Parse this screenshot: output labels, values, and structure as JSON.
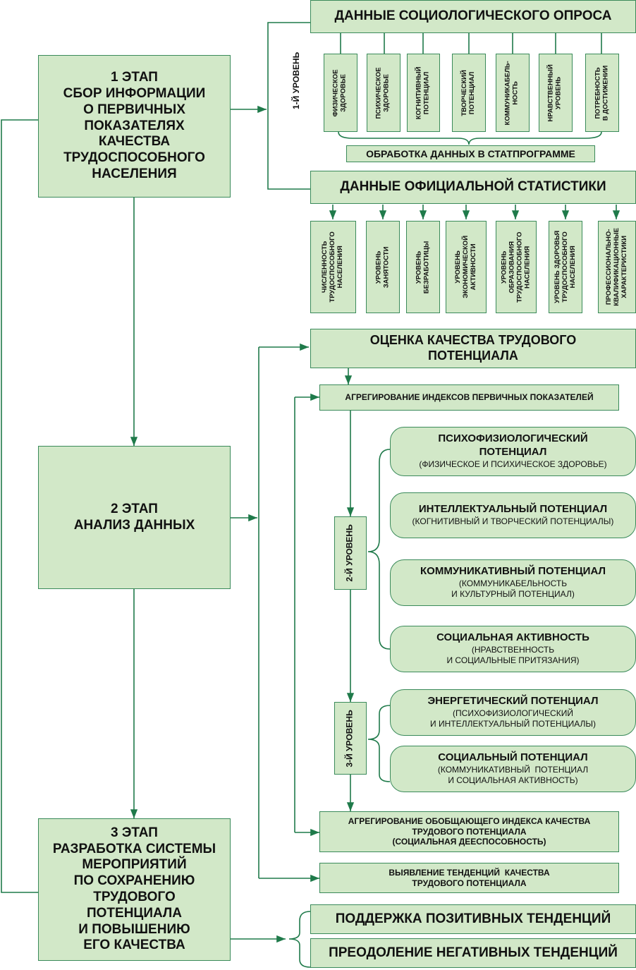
{
  "colors": {
    "fill": "#d2e8c8",
    "stroke": "#3a8a5a",
    "arrow": "#1f7a4a",
    "text": "#111111"
  },
  "stages": [
    {
      "id": "stage1",
      "label": "1 ЭТАП\nСБОР ИНФОРМАЦИИ\nО ПЕРВИЧНЫХ\nПОКАЗАТЕЛЯХ\nКАЧЕСТВА\nТРУДОСПОСОБНОГО\nНАСЕЛЕНИЯ"
    },
    {
      "id": "stage2",
      "label": "2 ЭТАП\nАНАЛИЗ ДАННЫХ"
    },
    {
      "id": "stage3",
      "label": "3 ЭТАП\nРАЗРАБОТКА СИСТЕМЫ\nМЕРОПРИЯТИЙ\nПО СОХРАНЕНИЮ\nТРУДОВОГО\nПОТЕНЦИАЛА\nИ ПОВЫШЕНИЮ\nЕГО КАЧЕСТВА"
    }
  ],
  "survey": {
    "title": "ДАННЫЕ СОЦИОЛОГИЧЕСКОГО ОПРОСА",
    "level_label": "1-Й УРОВЕНЬ",
    "items": [
      "ФИЗИЧЕСКОЕ\nЗДОРОВЬЕ",
      "ПСИХИЧЕСКОЕ\nЗДОРОВЬЕ",
      "КОГНИТИВНЫЙ\nПОТЕНЦИАЛ",
      "ТВОРЧЕСКИЙ\nПОТЕНЦИАЛ",
      "КОММУНИКАБЕЛЬ-\nНОСТЬ",
      "НРАВСТВЕННЫЙ\nУРОВЕНЬ",
      "ПОТРЕБНОСТЬ\nВ ДОСТИЖЕНИИ"
    ],
    "processing": "ОБРАБОТКА ДАННЫХ В СТАТПРОГРАММЕ"
  },
  "official": {
    "title": "ДАННЫЕ ОФИЦИАЛЬНОЙ СТАТИСТИКИ",
    "items": [
      "ЧИСЛЕННОСТЬ\nТРУДОСПОСОБНОГО\nНАСЕЛЕНИЯ",
      "УРОВЕНЬ\nЗАНЯТОСТИ",
      "УРОВЕНЬ\nБЕЗРАБОТИЦЫ",
      "УРОВЕНЬ\nЭКОНОМИЧЕСКОЙ\nАКТИВНОСТИ",
      "УРОВЕНЬ\nОБРАЗОВАНИЯ\nТРУДОСПОСОБНОГО\nНАСЕЛЕНИЯ",
      "УРОВЕНЬ ЗДОРОВЬЯ\nТРУДОСПОСОБНОГО\nНАСЕЛЕНИЯ",
      "ПРОФЕССИОНАЛЬНО-\nКВАЛИФИКАЦИОННЫЕ\nХАРАКТЕРИСТИКИ"
    ]
  },
  "assessment": {
    "title": "ОЦЕНКА КАЧЕСТВА ТРУДОВОГО\nПОТЕНЦИАЛА",
    "aggregate_primary": "АГРЕГИРОВАНИЕ ИНДЕКСОВ ПЕРВИЧНЫХ ПОКАЗАТЕЛЕЙ",
    "level2_label": "2-Й УРОВЕНЬ",
    "level2": [
      {
        "title": "ПСИХОФИЗИОЛОГИЧЕСКИЙ\nПОТЕНЦИАЛ",
        "sub": "(ФИЗИЧЕСКОЕ И ПСИХИЧЕСКОЕ ЗДОРОВЬЕ)"
      },
      {
        "title": "ИНТЕЛЛЕКТУАЛЬНЫЙ ПОТЕНЦИАЛ",
        "sub": "(КОГНИТИВНЫЙ И ТВОРЧЕСКИЙ ПОТЕНЦИАЛЫ)"
      },
      {
        "title": "КОММУНИКАТИВНЫЙ ПОТЕНЦИАЛ",
        "sub": "(КОММУНИКАБЕЛЬНОСТЬ\nИ КУЛЬТУРНЫЙ ПОТЕНЦИАЛ)"
      },
      {
        "title": "СОЦИАЛЬНАЯ АКТИВНОСТЬ",
        "sub": "(НРАВСТВЕННОСТЬ\nИ СОЦИАЛЬНЫЕ ПРИТЯЗАНИЯ)"
      }
    ],
    "level3_label": "3-Й УРОВЕНЬ",
    "level3": [
      {
        "title": "ЭНЕРГЕТИЧЕСКИЙ ПОТЕНЦИАЛ",
        "sub": "(ПСИХОФИЗИОЛОГИЧЕСКИЙ\nИ ИНТЕЛЛЕКТУАЛЬНЫЙ ПОТЕНЦИАЛЫ)"
      },
      {
        "title": "СОЦИАЛЬНЫЙ ПОТЕНЦИАЛ",
        "sub": "(КОММУНИКАТИВНЫЙ  ПОТЕНЦИАЛ\nИ СОЦИАЛЬНАЯ АКТИВНОСТЬ)"
      }
    ],
    "aggregate_overall": "АГРЕГИРОВАНИЕ ОБОБЩАЮЩЕГО ИНДЕКСА КАЧЕСТВА\nТРУДОВОГО ПОТЕНЦИАЛА\n(СОЦИАЛЬНАЯ ДЕЕСПОСОБНОСТЬ)",
    "trends": "ВЫЯВЛЕНИЕ ТЕНДЕНЦИЙ  КАЧЕСТВА\nТРУДОВОГО ПОТЕНЦИАЛА"
  },
  "outcomes": [
    "ПОДДЕРЖКА ПОЗИТИВНЫХ ТЕНДЕНЦИЙ",
    "ПРЕОДОЛЕНИЕ НЕГАТИВНЫХ ТЕНДЕНЦИЙ"
  ]
}
